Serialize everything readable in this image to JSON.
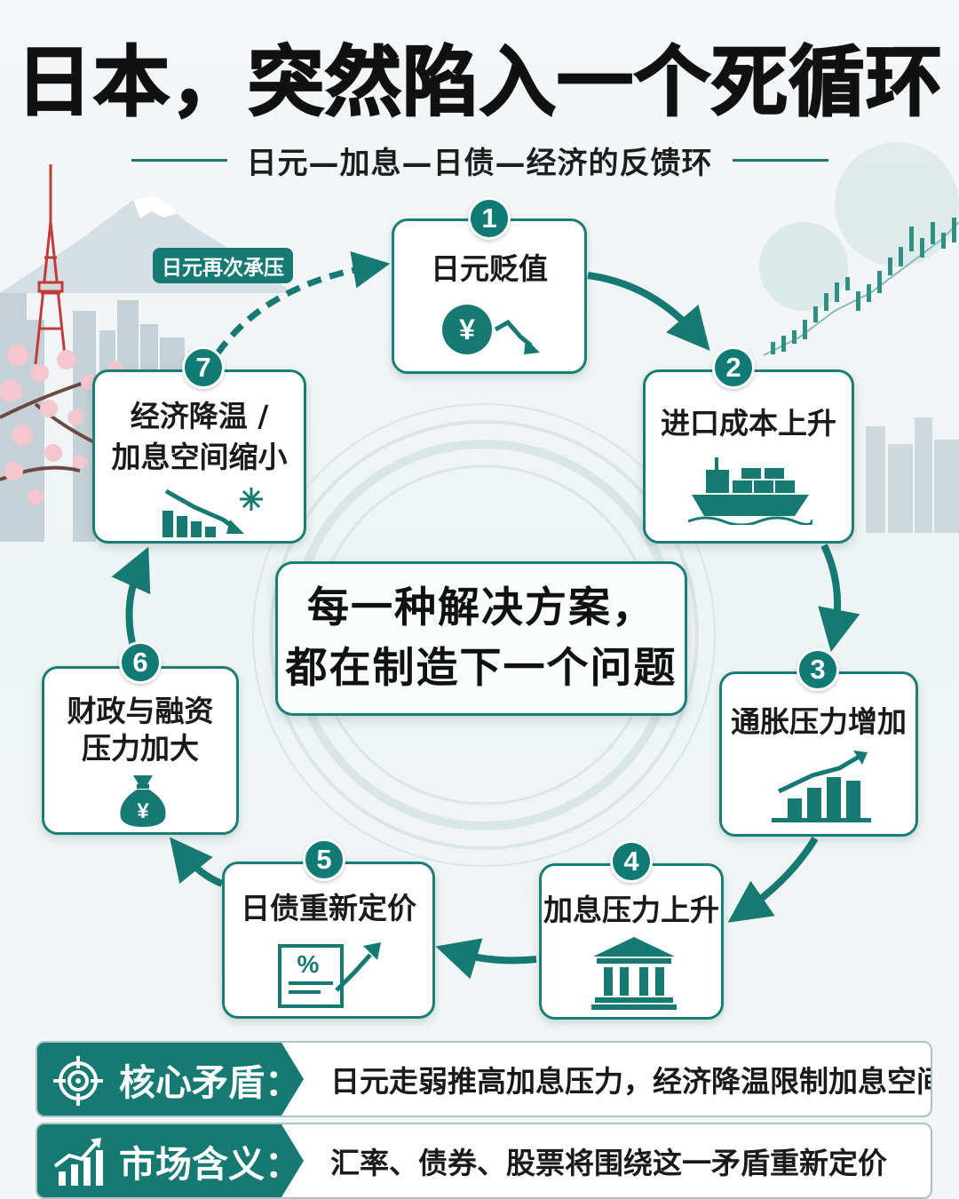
{
  "title": "日本，突然陷入一个死循环",
  "subtitle": "日元—加息—日债—经济的反馈环",
  "loop_tag": "日元再次承压",
  "steps": [
    {
      "num": "1",
      "label": "日元贬值",
      "icon": "yen-down-icon"
    },
    {
      "num": "2",
      "label": "进口成本上升",
      "icon": "cargo-ship-icon"
    },
    {
      "num": "3",
      "label": "通胀压力增加",
      "icon": "rising-bars-icon"
    },
    {
      "num": "4",
      "label": "加息压力上升",
      "icon": "bank-icon"
    },
    {
      "num": "5",
      "label": "日债重新定价",
      "icon": "percent-document-icon"
    },
    {
      "num": "6",
      "label_line1": "财政与融资",
      "label_line2": "压力加大",
      "icon": "money-bag-icon"
    },
    {
      "num": "7",
      "label_line1": "经济降温 /",
      "label_line2": "加息空间缩小",
      "icon": "falling-bars-snowflake-icon"
    }
  ],
  "center": {
    "line1": "每一种解决方案，",
    "line2": "都在制造下一个问题"
  },
  "bottom": [
    {
      "label": "核心矛盾：",
      "text": "日元走弱推高加息压力，经济降温限制加息空间",
      "icon": "target-icon"
    },
    {
      "label": "市场含义：",
      "text": "汇率、债券、股票将围绕这一矛盾重新定价",
      "icon": "chart-icon"
    }
  ],
  "colors": {
    "accent": "#167a73",
    "background": "#f2f6f6",
    "text": "#1a1a1a"
  }
}
